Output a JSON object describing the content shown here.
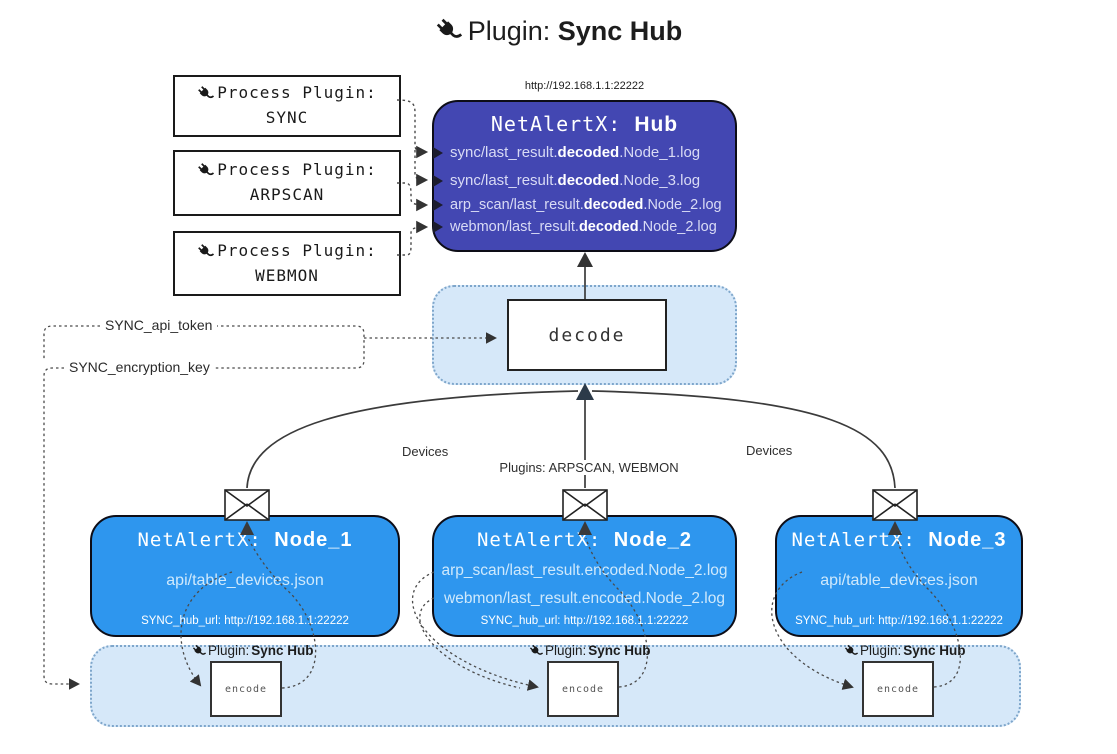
{
  "title": {
    "prefix": "Plugin: ",
    "bold": "Sync Hub"
  },
  "hub": {
    "url": "http://192.168.1.1:22222",
    "title_mono": "NetAlertX: ",
    "title_bold": "Hub",
    "lines": [
      {
        "pre": "sync/last_result.",
        "bold": "decoded",
        "post": ".Node_1.log"
      },
      {
        "pre": "sync/last_result.",
        "bold": "decoded",
        "post": ".Node_3.log"
      },
      {
        "pre": "arp_scan/last_result.",
        "bold": "decoded",
        "post": ".Node_2.log"
      },
      {
        "pre": "webmon/last_result.",
        "bold": "decoded",
        "post": ".Node_2.log"
      }
    ]
  },
  "process_plugins": [
    {
      "label": "Process Plugin:",
      "name": "SYNC"
    },
    {
      "label": "Process Plugin:",
      "name": "ARPSCAN"
    },
    {
      "label": "Process Plugin:",
      "name": "WEBMON"
    }
  ],
  "decode_label": "decode",
  "keys": {
    "api_token": "SYNC_api_token",
    "encryption_key": "SYNC_encryption_key"
  },
  "edges": {
    "devices_left": "Devices",
    "devices_right": "Devices",
    "plugins_mid": "Plugins: ARPSCAN, WEBMON"
  },
  "nodes": [
    {
      "title_mono": "NetAlertX: ",
      "title_bold": "Node_1",
      "lines": [
        "api/table_devices.json"
      ],
      "hub_url": "SYNC_hub_url: http://192.168.1.1:22222"
    },
    {
      "title_mono": "NetAlertX: ",
      "title_bold": "Node_2",
      "lines": [
        "arp_scan/last_result.encoded.Node_2.log",
        "webmon/last_result.encoded.Node_2.log"
      ],
      "hub_url": "SYNC_hub_url: http://192.168.1.1:22222"
    },
    {
      "title_mono": "NetAlertX: ",
      "title_bold": "Node_3",
      "lines": [
        "api/table_devices.json"
      ],
      "hub_url": "SYNC_hub_url: http://192.168.1.1:22222"
    }
  ],
  "encode": {
    "label": "encode",
    "plugin_prefix": "Plugin: ",
    "plugin_bold": "Sync Hub"
  },
  "colors": {
    "hub_fill": "#4347b2",
    "node_fill": "#2e96ee",
    "panel_fill": "#d6e8f9",
    "line": "#3b3b3b",
    "hub_text": "#d9dbf5",
    "node_text": "#cfe9fc"
  }
}
